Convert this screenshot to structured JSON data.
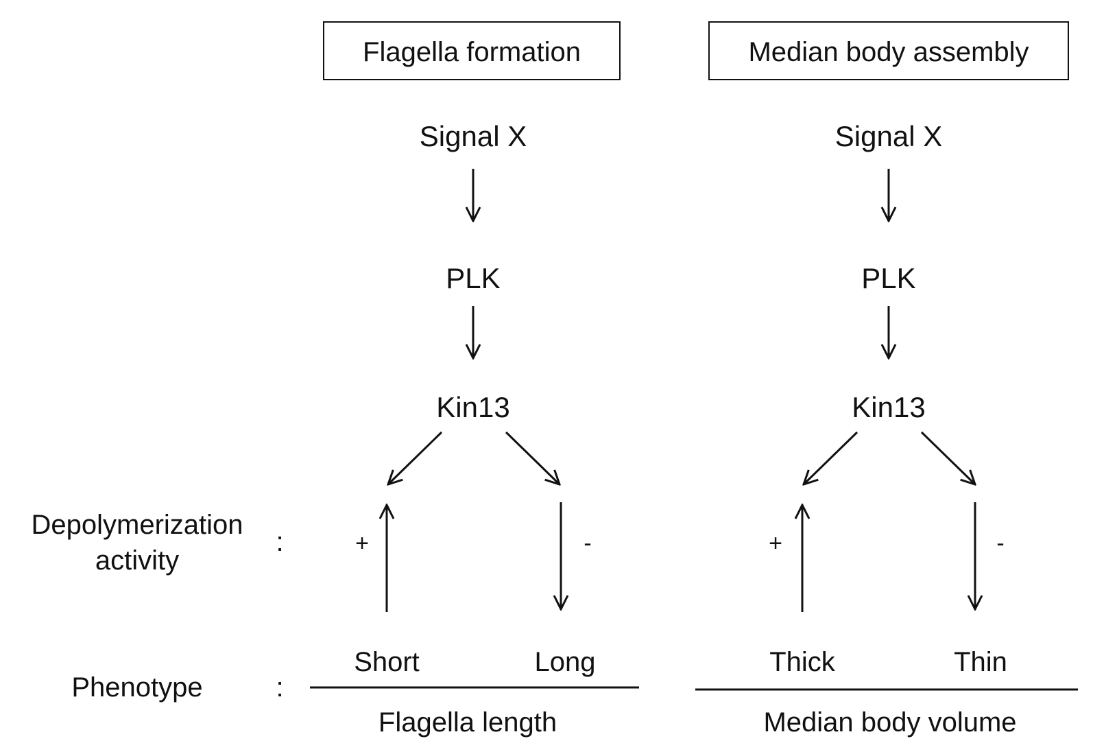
{
  "left": {
    "title": "Flagella formation",
    "node1": "Signal X",
    "node2": "PLK",
    "node3": "Kin13",
    "sign_plus": "+",
    "sign_minus": "-",
    "phenotype_left": "Short",
    "phenotype_right": "Long",
    "measure": "Flagella length"
  },
  "right": {
    "title": "Median body assembly",
    "node1": "Signal X",
    "node2": "PLK",
    "node3": "Kin13",
    "sign_plus": "+",
    "sign_minus": "-",
    "phenotype_left": "Thick",
    "phenotype_right": "Thin",
    "measure": "Median body volume"
  },
  "row_labels": {
    "activity_line1": "Depolymerization",
    "activity_line2": "activity",
    "phenotype": "Phenotype",
    "colon": ":"
  }
}
